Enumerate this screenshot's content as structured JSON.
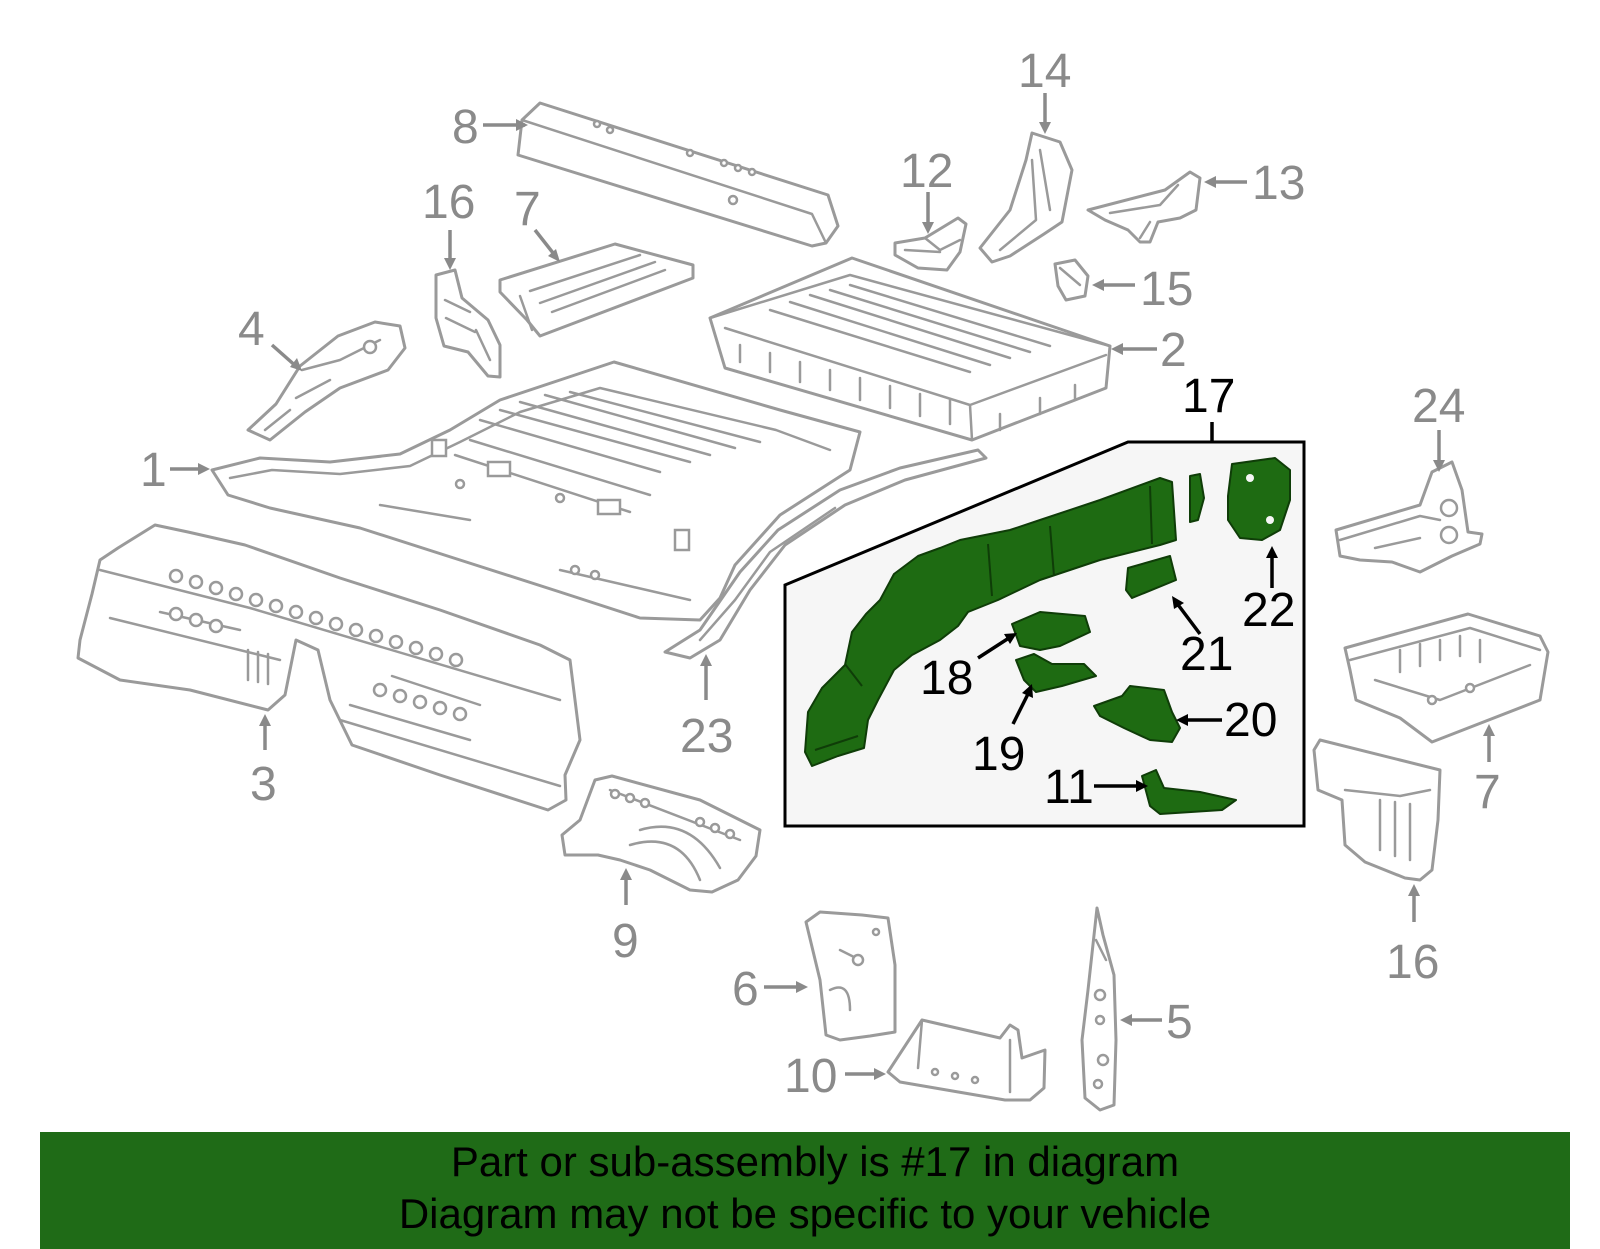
{
  "callouts": {
    "c1": "1",
    "c2": "2",
    "c3": "3",
    "c4": "4",
    "c5": "5",
    "c6": "6",
    "c7a": "7",
    "c7b": "7",
    "c8": "8",
    "c9": "9",
    "c10": "10",
    "c11": "11",
    "c12": "12",
    "c13": "13",
    "c14": "14",
    "c15": "15",
    "c16a": "16",
    "c16b": "16",
    "c17": "17",
    "c18": "18",
    "c19": "19",
    "c20": "20",
    "c21": "21",
    "c22": "22",
    "c23": "23",
    "c24": "24"
  },
  "colors": {
    "highlight_green": "#1e6b12",
    "banner_green": "#1f6b17",
    "outline_gray": "#9a9a9a",
    "inset_background": "#f6f6f6"
  },
  "banner": {
    "line1": "Part or sub-assembly is #17 in diagram",
    "line2": "Diagram may not be specific to your vehicle"
  }
}
